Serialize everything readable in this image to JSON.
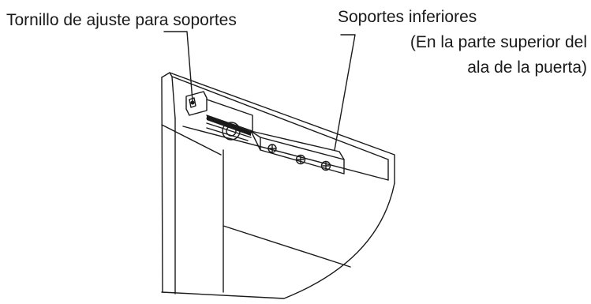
{
  "labels": {
    "adjust_screw": "Tornillo de ajuste para soportes",
    "lower_brackets": "Soportes inferiores",
    "location_line1": "(En la parte superior del",
    "location_line2": "ala de la puerta)"
  },
  "colors": {
    "line": "#1a1a1a",
    "background": "#ffffff"
  }
}
